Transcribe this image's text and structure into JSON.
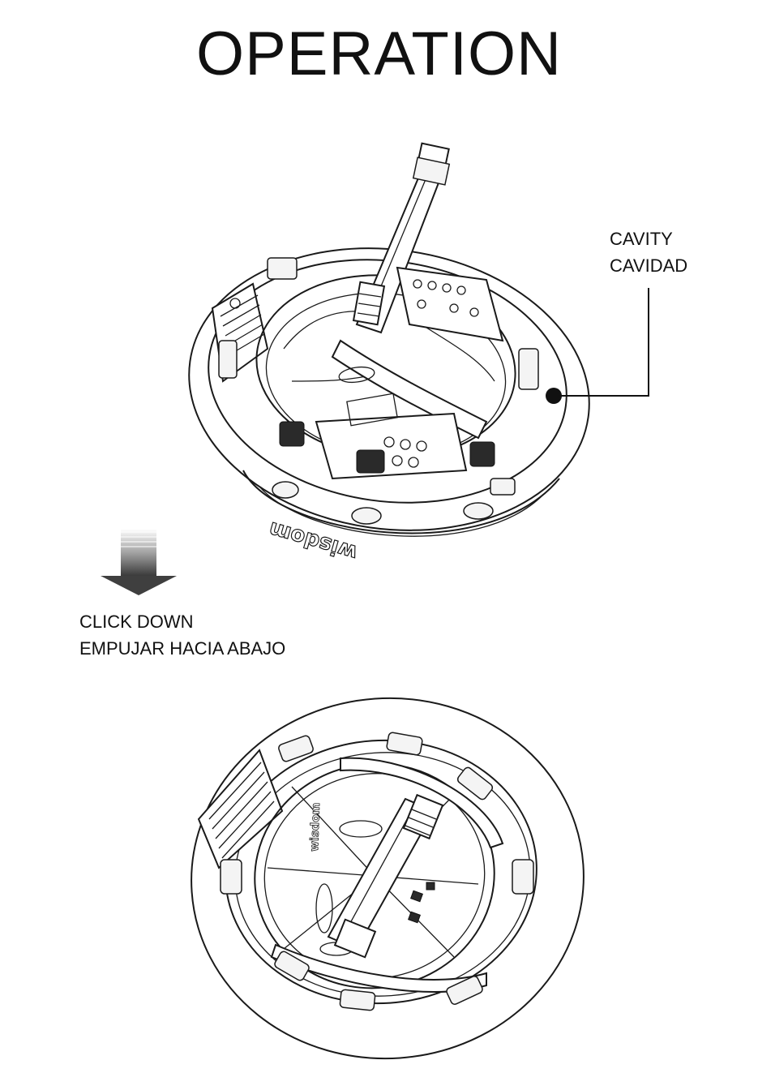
{
  "title": "OPERATION",
  "callout": {
    "line1": "CAVITY",
    "line2": "CAVIDAD"
  },
  "step": {
    "line1": "CLICK DOWN",
    "line2": "EMPUJAR HACIA ABAJO"
  },
  "brand_mark": "wisdom",
  "colors": {
    "ink": "#111111",
    "background": "#ffffff"
  }
}
